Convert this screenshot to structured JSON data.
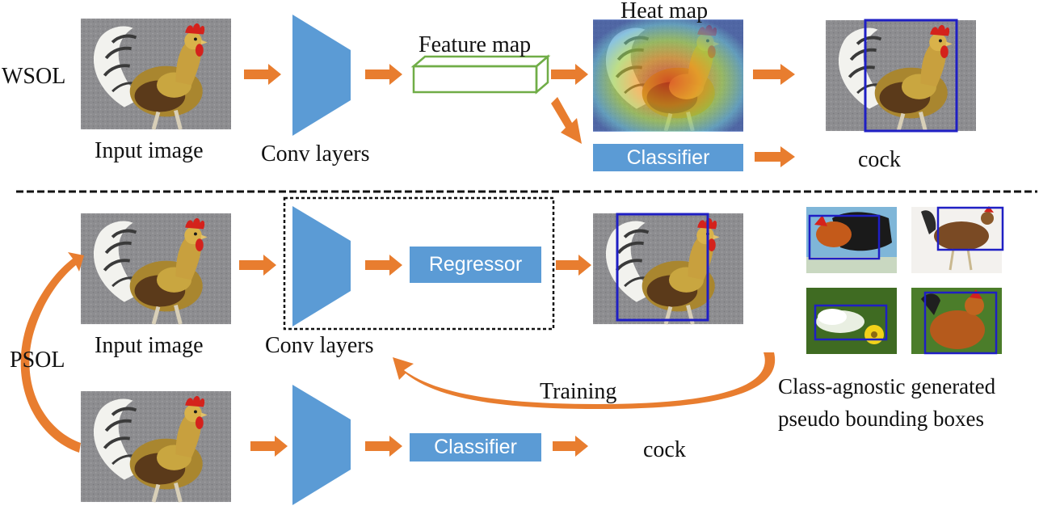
{
  "sections": {
    "top": "WSOL",
    "bottom": "PSOL"
  },
  "wsol": {
    "input_label": "Input image",
    "conv_label": "Conv layers",
    "feature_label": "Feature map",
    "heat_label": "Heat map",
    "classifier_label": "Classifier",
    "output_label": "cock"
  },
  "psol": {
    "input_label": "Input image",
    "conv_label": "Conv layers",
    "regressor_label": "Regressor",
    "training_label": "Training",
    "classifier_label": "Classifier",
    "output_label": "cock",
    "pseudo_caption_line1": "Class-agnostic generated",
    "pseudo_caption_line2": "pseudo bounding boxes"
  },
  "colors": {
    "arrow": "#e87d2f",
    "block": "#5b9bd5",
    "feature_map": "#70ad47",
    "bbox": "#1f1fc4",
    "divider": "#111111"
  }
}
